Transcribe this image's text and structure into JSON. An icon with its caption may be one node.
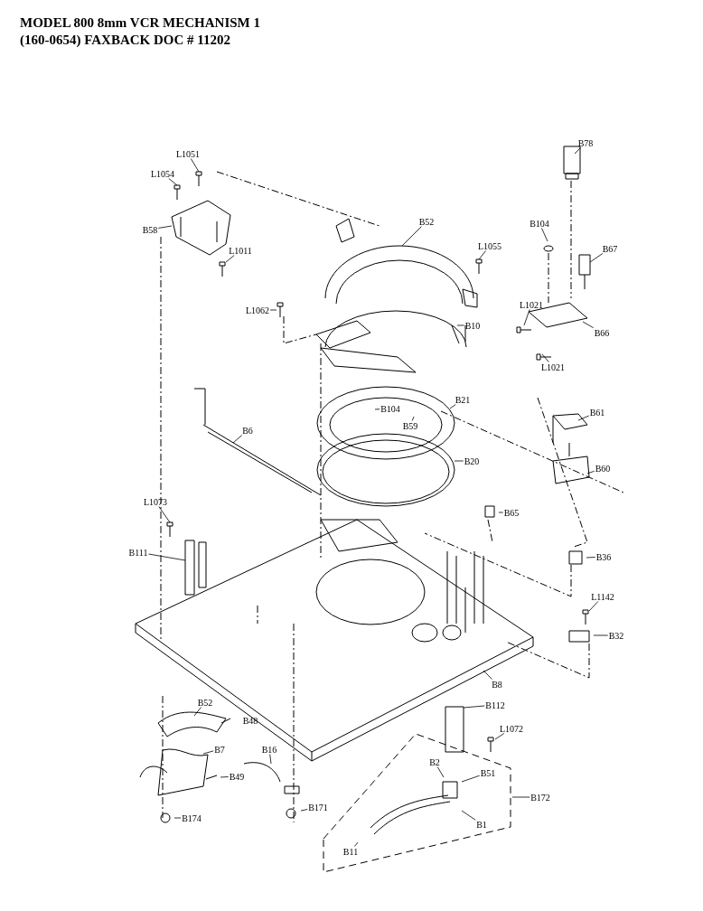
{
  "diagram": {
    "title": "MODEL 800 8mm VCR MECHANISM 1 (160-0654) FAXBACK DOC # 11202",
    "nodes": [
      {
        "text": [
          "L1051"
        ]
      },
      {
        "text": [
          "L1054"
        ]
      },
      {
        "text": [
          "B58"
        ]
      },
      {
        "text": [
          "L1011"
        ]
      },
      {
        "text": [
          "B52"
        ]
      },
      {
        "text": [
          "L1055"
        ]
      },
      {
        "text": [
          "B78"
        ]
      },
      {
        "text": [
          "B104"
        ]
      },
      {
        "text": [
          "B67"
        ]
      },
      {
        "text": [
          "L1062"
        ]
      },
      {
        "text": [
          "B10"
        ]
      },
      {
        "text": [
          "L1021"
        ]
      },
      {
        "text": [
          "B66"
        ]
      },
      {
        "text": [
          "L1021"
        ]
      },
      {
        "text": [
          "B21"
        ]
      },
      {
        "text": [
          "B104"
        ]
      },
      {
        "text": [
          "B6"
        ]
      },
      {
        "text": [
          "B59"
        ]
      },
      {
        "text": [
          "B61"
        ]
      },
      {
        "text": [
          "B20"
        ]
      },
      {
        "text": [
          "B60"
        ]
      },
      {
        "text": [
          "B65"
        ]
      },
      {
        "text": [
          "L1073"
        ]
      },
      {
        "text": [
          "B111"
        ]
      },
      {
        "text": [
          "B36"
        ]
      },
      {
        "text": [
          "L1142"
        ]
      },
      {
        "text": [
          "B32"
        ]
      },
      {
        "text": [
          "B8"
        ]
      },
      {
        "text": [
          "B52"
        ]
      },
      {
        "text": [
          "B112"
        ]
      },
      {
        "text": [
          "B7"
        ]
      },
      {
        "text": [
          "L1072"
        ]
      },
      {
        "text": [
          "B16"
        ]
      },
      {
        "text": [
          "B49"
        ]
      },
      {
        "text": [
          "B2"
        ]
      },
      {
        "text": [
          "B51"
        ]
      },
      {
        "text": [
          "B172"
        ]
      },
      {
        "text": [
          "B1"
        ]
      },
      {
        "text": [
          "B171"
        ]
      },
      {
        "text": [
          "B174"
        ]
      },
      {
        "text": [
          "B11"
        ]
      }
    ],
    "edges": [
      {
        "from": 0,
        "to": null,
        "arrow": "none"
      },
      {
        "from": 1,
        "to": null,
        "arrow": "none"
      },
      {
        "from": 2,
        "to": null,
        "arrow": "none"
      },
      {
        "from": 3,
        "to": null,
        "arrow": "none"
      },
      {
        "from": 4,
        "to": null,
        "arrow": "none"
      },
      {
        "from": 5,
        "to": null,
        "arrow": "none"
      },
      {
        "from": 6,
        "to": null,
        "arrow": "none"
      },
      {
        "from": 7,
        "to": null,
        "arrow": "none"
      },
      {
        "from": 8,
        "to": null,
        "arrow": "none"
      },
      {
        "from": 9,
        "to": null,
        "arrow": "none"
      },
      {
        "from": 10,
        "to": null,
        "arrow": "none"
      },
      {
        "from": 11,
        "to": null,
        "arrow": "none"
      },
      {
        "from": 12,
        "to": null,
        "arrow": "none"
      },
      {
        "from": 13,
        "to": null,
        "arrow": "none"
      },
      {
        "from": 14,
        "to": null,
        "arrow": "none"
      },
      {
        "from": 15,
        "to": null,
        "arrow": "none"
      },
      {
        "from": 16,
        "to": null,
        "arrow": "none"
      },
      {
        "from": 17,
        "to": null,
        "arrow": "none"
      },
      {
        "from": 18,
        "to": null,
        "arrow": "none"
      },
      {
        "from": 19,
        "to": null,
        "arrow": "none"
      },
      {
        "from": 20,
        "to": null,
        "arrow": "none"
      },
      {
        "from": 21,
        "to": null,
        "arrow": "none"
      },
      {
        "from": 22,
        "to": null,
        "arrow": "none"
      },
      {
        "from": 23,
        "to": null,
        "arrow": "none"
      },
      {
        "from": 24,
        "to": null,
        "arrow": "none"
      },
      {
        "from": 25,
        "to": null,
        "arrow": "none"
      },
      {
        "from": 26,
        "to": null,
        "arrow": "none"
      },
      {
        "from": 27,
        "to": null,
        "arrow": "none"
      },
      {
        "from": 28,
        "to": null,
        "arrow": "none"
      },
      {
        "from": 29,
        "to": null,
        "arrow": "none"
      },
      {
        "from": 30,
        "to": null,
        "arrow": "none"
      },
      {
        "from": 31,
        "to": null,
        "arrow": "none"
      },
      {
        "from": 32,
        "to": null,
        "arrow": "none"
      },
      {
        "from": 33,
        "to": null,
        "arrow": "none"
      },
      {
        "from": 34,
        "to": null,
        "arrow": "none"
      },
      {
        "from": 35,
        "to": null,
        "arrow": "none"
      },
      {
        "from": 36,
        "to": null,
        "arrow": "none"
      },
      {
        "from": 37,
        "to": null,
        "arrow": "none"
      },
      {
        "from": 38,
        "to": null,
        "arrow": "none"
      },
      {
        "from": 39,
        "to": null,
        "arrow": "none"
      },
      {
        "from": 40,
        "to": null,
        "arrow": "none"
      }
    ],
    "labels": [
      "B48"
    ]
  }
}
